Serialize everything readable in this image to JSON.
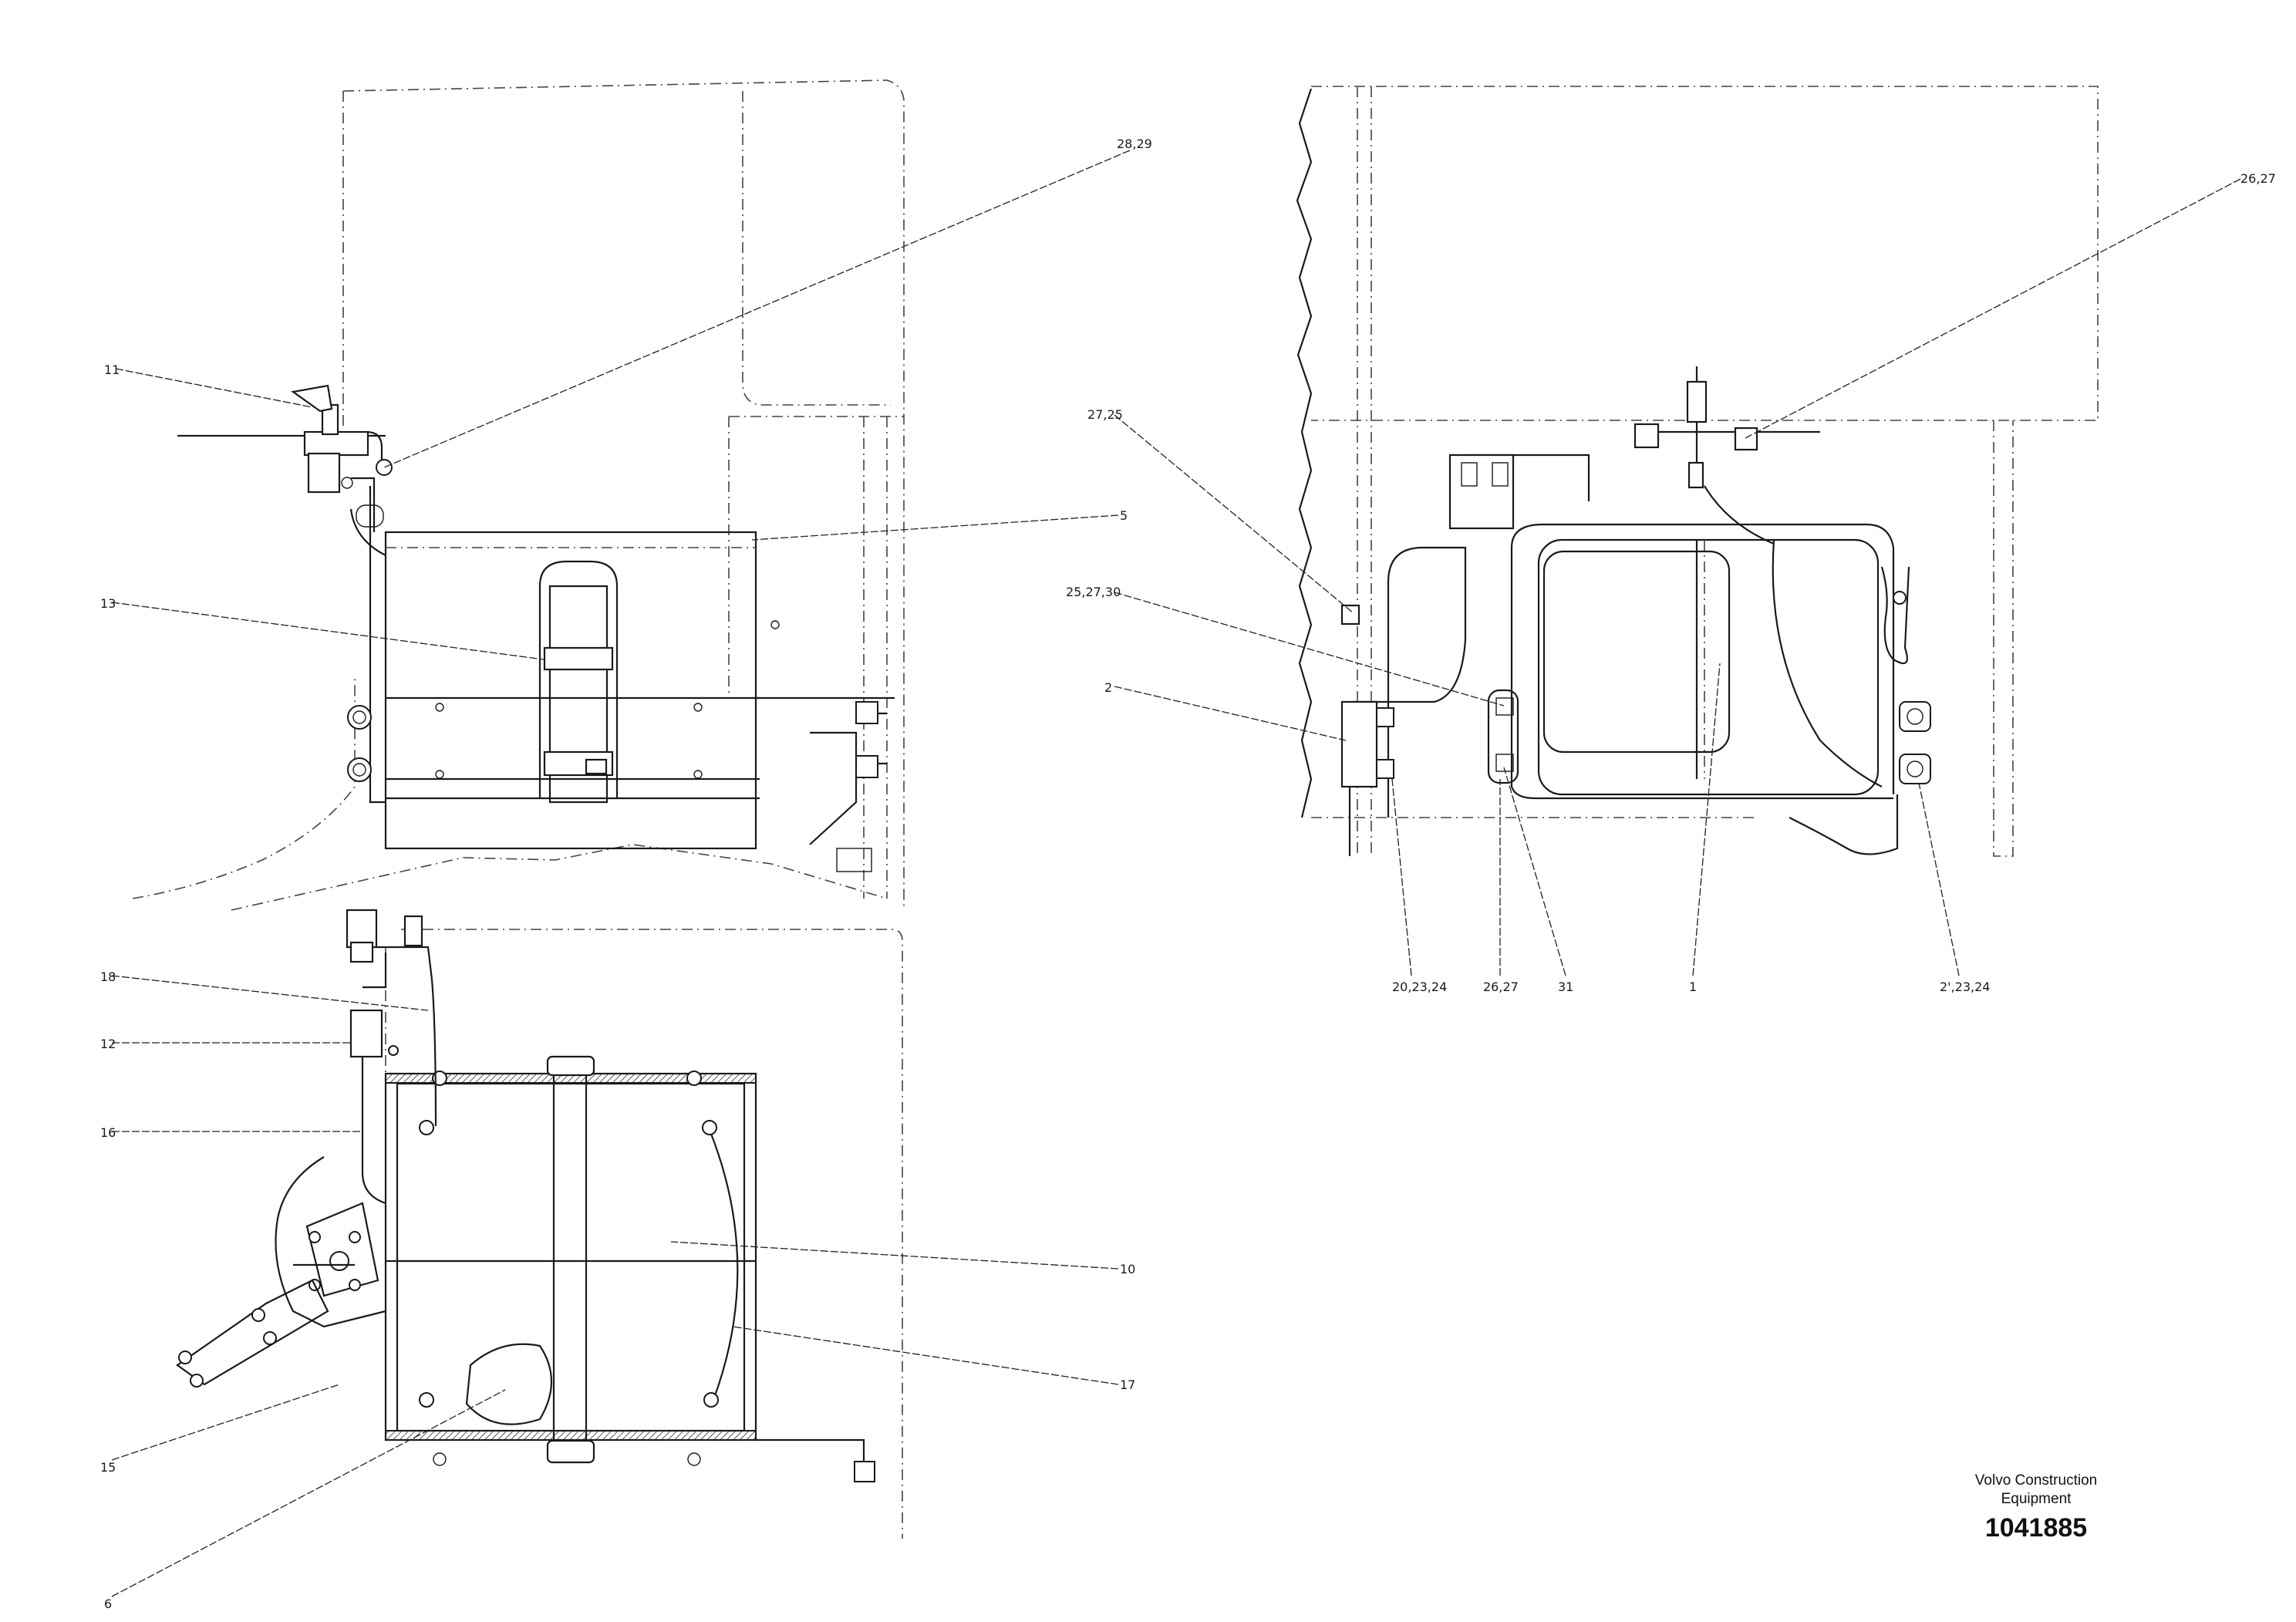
{
  "title_block": {
    "company_line1": "Volvo Construction",
    "company_line2": "Equipment",
    "drawing_number": "1041885"
  },
  "callouts": {
    "c11": "11",
    "c28_29": "28,29",
    "c5": "5",
    "c13": "13",
    "c18": "18",
    "c12": "12",
    "c16": "16",
    "c10": "10",
    "c17": "17",
    "c15": "15",
    "c6": "6",
    "c26_27_top": "26,27",
    "c27_25": "27,25",
    "c25_27_30": "25,27,30",
    "c2": "2",
    "c20_23_24": "20,23,24",
    "c26_27_bottom": "26,27",
    "c31": "31",
    "c1": "1",
    "c21_23_24": "2',23,24"
  }
}
